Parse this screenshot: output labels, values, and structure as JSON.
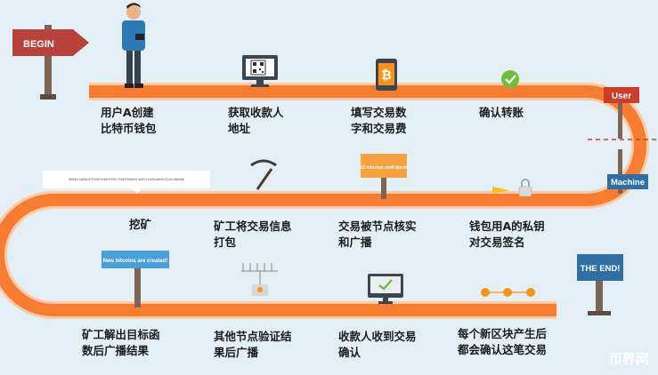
{
  "colors": {
    "road": "#f57c30",
    "road_edge": "#ffc9a3",
    "sign_red": "#c93f2a",
    "sign_blue": "#2f6fa3",
    "bitcoin": "#f7931a",
    "check_green": "#6cbf3a",
    "wood": "#7a6557"
  },
  "signs": {
    "begin": "BEGIN",
    "user": "User",
    "machine": "Machine",
    "the_end": "THE END!",
    "ten_minutes": "10 minutes until done!",
    "new_bitcoins": "New bitcoins are created!"
  },
  "hash_text": "0000c1a40b3f51d9fe4a9f59c7f8823d6a5f4e87c2d2ba0e9c52d1c0b0b0",
  "steps": [
    {
      "id": "create-wallet",
      "text": "用户A创建\n比特币钱包"
    },
    {
      "id": "get-address",
      "text": "获取收款人\n地址"
    },
    {
      "id": "fill-amount",
      "text": "填写交易数\n字和交易费"
    },
    {
      "id": "confirm-transfer",
      "text": "确认转账"
    },
    {
      "id": "mining",
      "text": "挖矿"
    },
    {
      "id": "miner-pack",
      "text": "矿工将交易信息\n打包"
    },
    {
      "id": "node-verify",
      "text": "交易被节点核实\n和广播"
    },
    {
      "id": "wallet-sign",
      "text": "钱包用A的私钥\n对交易签名"
    },
    {
      "id": "miner-solve",
      "text": "矿工解出目标函\n数后广播结果"
    },
    {
      "id": "nodes-verify",
      "text": "其他节点验证结\n果后广播"
    },
    {
      "id": "receiver-gets",
      "text": "收款人收到交易\n确认"
    },
    {
      "id": "new-block",
      "text": "每个新区块产生后\n都会确认这笔交易"
    }
  ],
  "watermark": "币界网"
}
